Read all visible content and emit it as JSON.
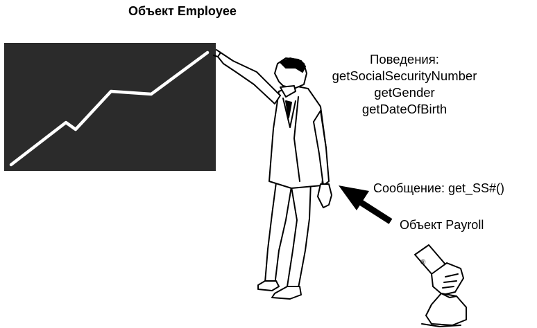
{
  "employee": {
    "title": "Объект Employee",
    "behaviors_heading": "Поведения:",
    "behaviors": [
      "getSocialSecurityNumber",
      "getGender",
      "getDateOfBirth"
    ]
  },
  "message_label": "Сообщение: get_SS#()",
  "payroll": {
    "label": "Объект Payroll",
    "trademark_symbol": "®"
  },
  "colors": {
    "board": "#2b2b2b",
    "trend_line": "#ffffff",
    "ink": "#000000"
  },
  "icons": [
    "presentation-board",
    "trend-line",
    "businessman-figure",
    "message-arrow",
    "hand-with-money-bag"
  ]
}
